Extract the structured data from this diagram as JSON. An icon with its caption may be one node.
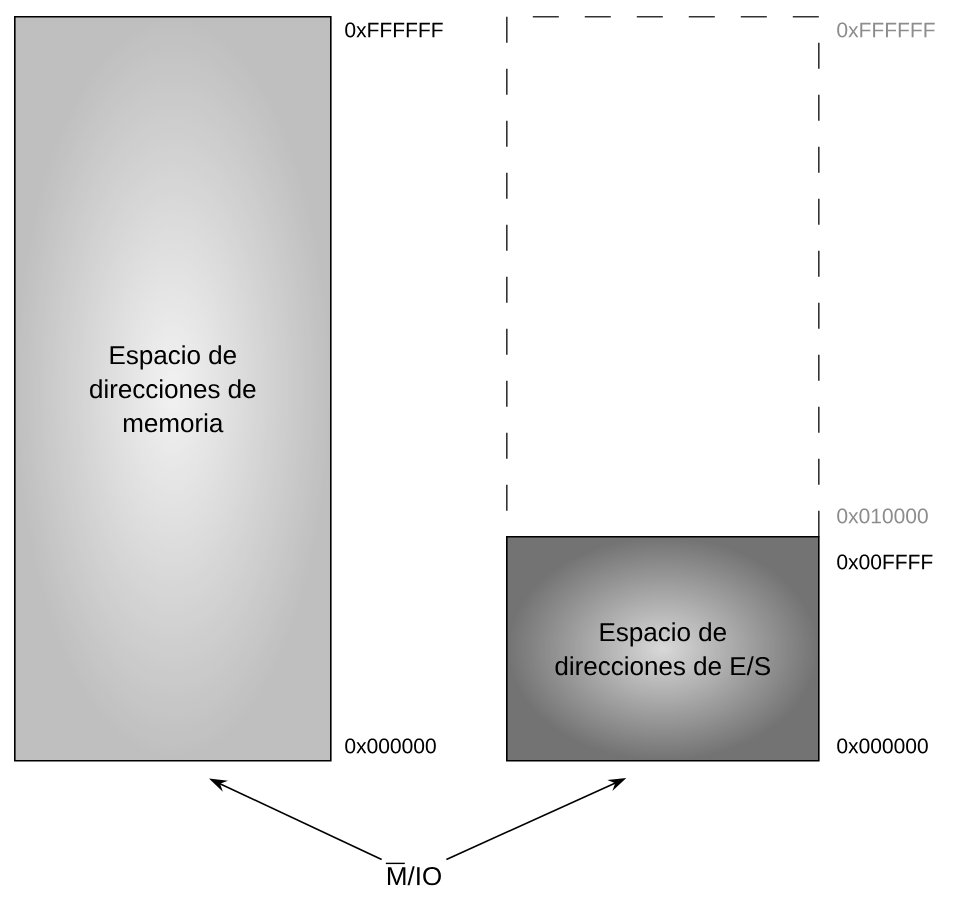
{
  "diagram": {
    "nodes": [
      {
        "text": [
          "Espacio de direcciones de memoria"
        ]
      },
      {
        "text": [],
        "shape": "box"
      },
      {
        "text": [
          "Espacio de direcciones de E/S"
        ]
      },
      {
        "text": [
          "M/IO"
        ]
      }
    ],
    "edges": [
      {
        "from": 3,
        "to": 0,
        "arrow": "to"
      },
      {
        "from": 3,
        "to": 2,
        "arrow": "to"
      }
    ],
    "labels": [
      "0xFFFFFF",
      "0x000000",
      "0xFFFFFF",
      "0x010000",
      "0x00FFFF",
      "0x000000"
    ]
  }
}
